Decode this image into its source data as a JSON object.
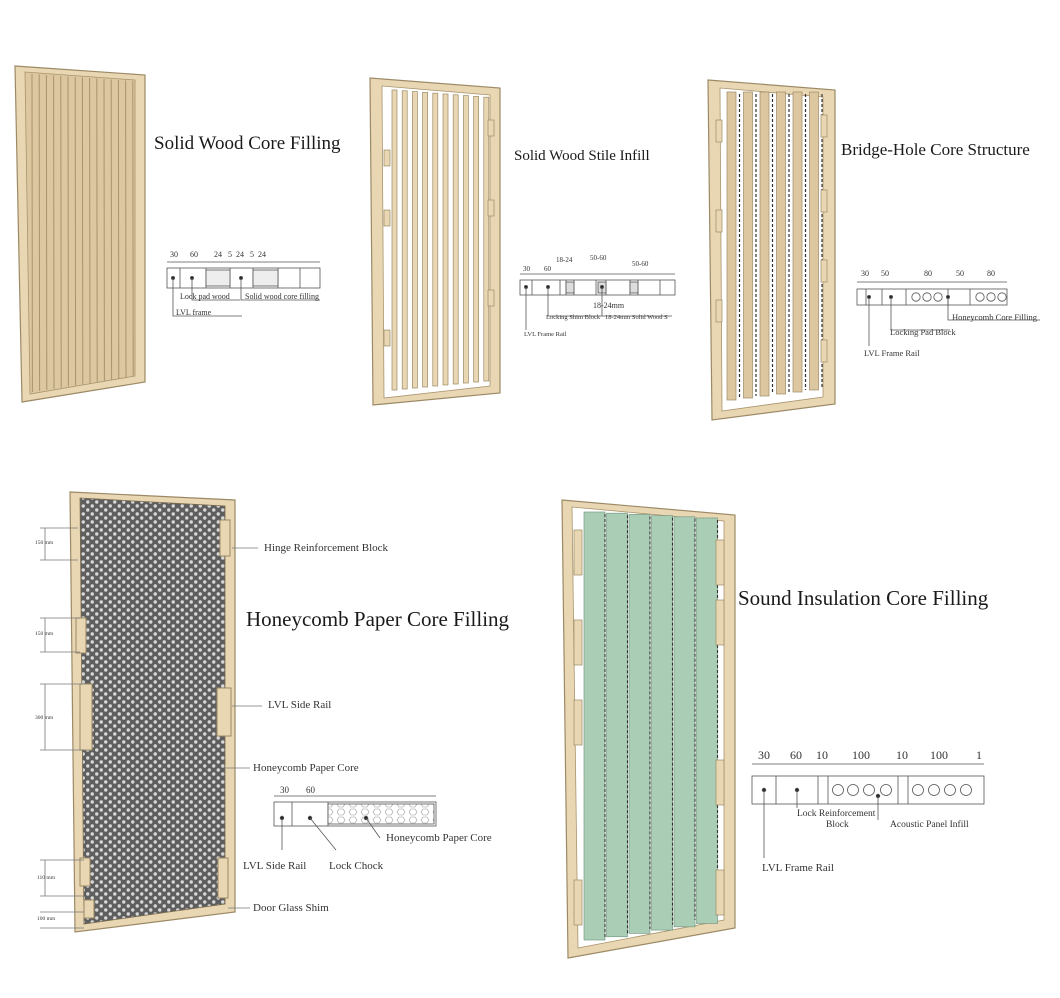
{
  "panels": [
    {
      "title": "Solid Wood Core Filling",
      "dims": [
        "30",
        "60",
        "24",
        "5",
        "24",
        "5",
        "24"
      ],
      "labels": [
        "Lock pad wood",
        "Solid wood core filling",
        "LVL frame"
      ]
    },
    {
      "title": "Solid Wood Stile Infill",
      "dims": [
        "30",
        "60",
        "18-24",
        "50-60",
        "50-60",
        "18-24mm"
      ],
      "labels": [
        "Locking Shim Block",
        "18-24mm Solid Wood S",
        "LVL Frame Rail"
      ]
    },
    {
      "title": "Bridge-Hole Core Structure",
      "dims": [
        "30",
        "50",
        "80",
        "50",
        "80"
      ],
      "labels": [
        "Honeycomb Core Filling",
        "Locking Pad Block",
        "LVL Frame Rail"
      ]
    },
    {
      "title": "Honeycomb Paper Core Filling",
      "dims": [
        "30",
        "60"
      ],
      "labels": [
        "Hinge Reinforcement Block",
        "LVL Side Rail",
        "Honeycomb Paper Core",
        "Honeycomb Paper Core",
        "LVL Side Rail",
        "Lock Chock",
        "Door Glass Shim"
      ],
      "measures": [
        "150 mm",
        "150 mm",
        "300 mm",
        "110 mm",
        "100 mm"
      ]
    },
    {
      "title": "Sound Insulation Core Filling",
      "dims": [
        "30",
        "60",
        "10",
        "100",
        "10",
        "100",
        "1"
      ],
      "labels": [
        "Lock Reinforcement",
        "Block",
        "Acoustic Panel Infill",
        "LVL Frame Rail"
      ]
    }
  ],
  "colors": {
    "wood": "#e9d7b3",
    "wood_dark": "#c9b48a",
    "honeycomb": "#6d6d6d",
    "acoustic": "#a9cdb5",
    "line": "#555555"
  }
}
